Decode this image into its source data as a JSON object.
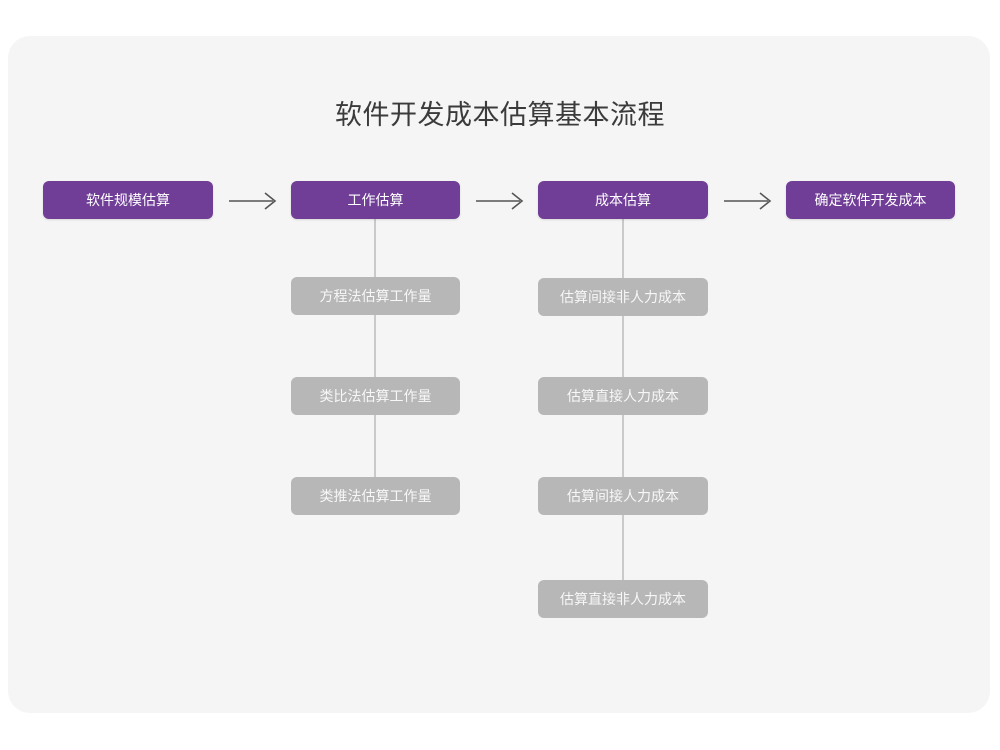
{
  "title": "软件开发成本估算基本流程",
  "stages": [
    {
      "label": "软件规模估算"
    },
    {
      "label": "工作估算"
    },
    {
      "label": "成本估算"
    },
    {
      "label": "确定软件开发成本"
    }
  ],
  "arrows": [
    {
      "glyph": "right-arrow"
    },
    {
      "glyph": "right-arrow"
    },
    {
      "glyph": "right-arrow"
    }
  ],
  "effort_methods": [
    {
      "label": "方程法估算工作量"
    },
    {
      "label": "类比法估算工作量"
    },
    {
      "label": "类推法估算工作量"
    }
  ],
  "cost_items": [
    {
      "label": "估算间接非人力成本"
    },
    {
      "label": "估算直接人力成本"
    },
    {
      "label": "估算间接人力成本"
    },
    {
      "label": "估算直接非人力成本"
    }
  ],
  "colors": {
    "canvas": "#ffffff",
    "card": "#f5f5f5",
    "stage_box": "#703d97",
    "stage_text": "#ffffff",
    "sub_box": "#b7b7b7",
    "sub_text": "#f7f7f7",
    "connector": "#c9c9c9",
    "title_text": "#3b3b3b",
    "arrow": "#555555"
  }
}
